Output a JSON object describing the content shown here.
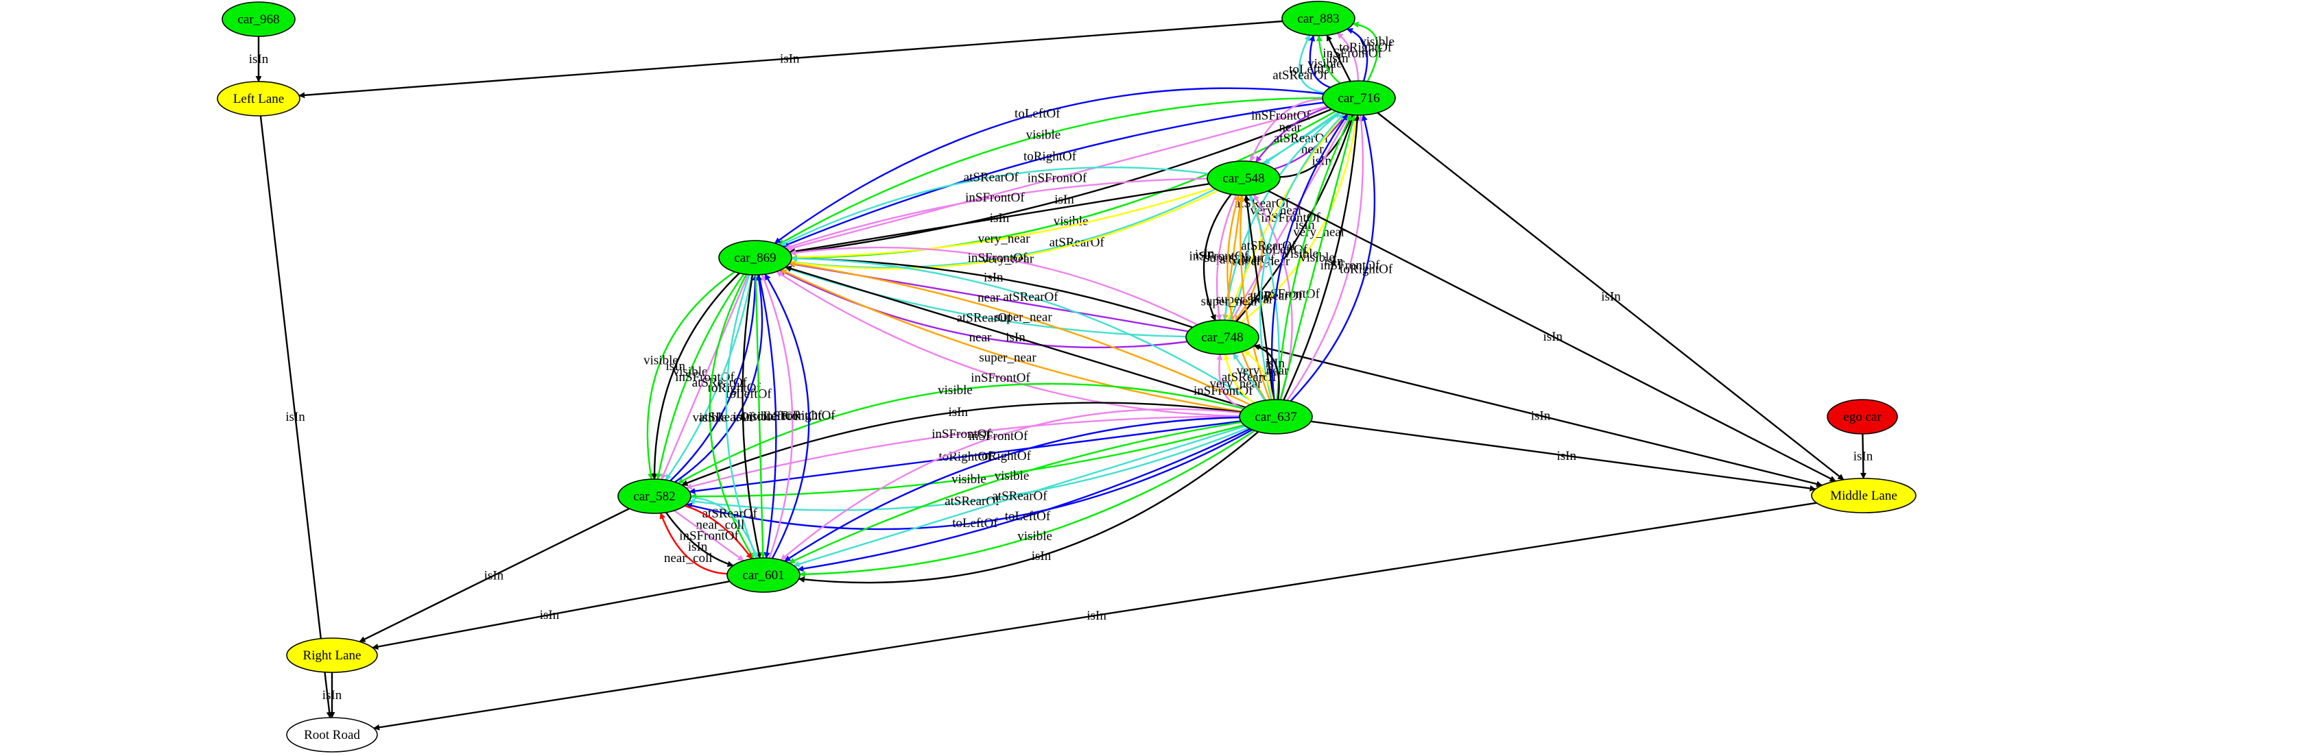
{
  "nodes": [
    {
      "id": "car_968",
      "label": "car_968",
      "fill": "#00ee00",
      "kind": "car"
    },
    {
      "id": "car_883",
      "label": "car_883",
      "fill": "#00ee00",
      "kind": "car"
    },
    {
      "id": "car_716",
      "label": "car_716",
      "fill": "#00ee00",
      "kind": "car"
    },
    {
      "id": "car_548",
      "label": "car_548",
      "fill": "#00ee00",
      "kind": "car"
    },
    {
      "id": "car_869",
      "label": "car_869",
      "fill": "#00ee00",
      "kind": "car"
    },
    {
      "id": "car_748",
      "label": "car_748",
      "fill": "#00ee00",
      "kind": "car"
    },
    {
      "id": "car_637",
      "label": "car_637",
      "fill": "#00ee00",
      "kind": "car"
    },
    {
      "id": "car_582",
      "label": "car_582",
      "fill": "#00ee00",
      "kind": "car"
    },
    {
      "id": "car_601",
      "label": "car_601",
      "fill": "#00ee00",
      "kind": "car"
    },
    {
      "id": "ego_car",
      "label": "ego car",
      "fill": "#ee0000",
      "kind": "ego"
    },
    {
      "id": "left_lane",
      "label": "Left Lane",
      "fill": "#ffff00",
      "kind": "lane"
    },
    {
      "id": "middle_lane",
      "label": "Middle Lane",
      "fill": "#ffff00",
      "kind": "lane"
    },
    {
      "id": "right_lane",
      "label": "Right Lane",
      "fill": "#ffff00",
      "kind": "lane"
    },
    {
      "id": "root_road",
      "label": "Root Road",
      "fill": "#ffffff",
      "kind": "road"
    }
  ],
  "edges": [
    {
      "from": "car_968",
      "to": "left_lane",
      "label": "isIn",
      "color": "#000000"
    },
    {
      "from": "left_lane",
      "to": "root_road",
      "label": "isIn",
      "color": "#000000"
    },
    {
      "from": "car_883",
      "to": "left_lane",
      "label": "isIn",
      "color": "#000000"
    },
    {
      "from": "car_716",
      "to": "car_883",
      "label": "atSRearOf",
      "color": "#40e0d0"
    },
    {
      "from": "car_716",
      "to": "car_883",
      "label": "toLeftOf",
      "color": "#0000ff"
    },
    {
      "from": "car_716",
      "to": "car_883",
      "label": "visible",
      "color": "#00ee00"
    },
    {
      "from": "car_716",
      "to": "car_883",
      "label": "isIn",
      "color": "#000000"
    },
    {
      "from": "car_716",
      "to": "car_883",
      "label": "inSFrontOf",
      "color": "#ee82ee"
    },
    {
      "from": "car_716",
      "to": "car_883",
      "label": "toRightOf",
      "color": "#0000ff"
    },
    {
      "from": "car_716",
      "to": "car_883",
      "label": "visible",
      "color": "#00ee00"
    },
    {
      "from": "car_716",
      "to": "car_869",
      "label": "atSRearOf",
      "color": "#40e0d0"
    },
    {
      "from": "car_716",
      "to": "car_869",
      "label": "visible",
      "color": "#00ee00"
    },
    {
      "from": "car_716",
      "to": "car_869",
      "label": "isIn",
      "color": "#000000"
    },
    {
      "from": "car_716",
      "to": "car_869",
      "label": "inSFrontOf",
      "color": "#ee82ee"
    },
    {
      "from": "car_716",
      "to": "car_869",
      "label": "toRightOf",
      "color": "#0000ff"
    },
    {
      "from": "car_716",
      "to": "car_869",
      "label": "visible",
      "color": "#00ee00"
    },
    {
      "from": "car_716",
      "to": "car_869",
      "label": "toLeftOf",
      "color": "#0000ff"
    },
    {
      "from": "car_716",
      "to": "car_548",
      "label": "inSFrontOf",
      "color": "#ee82ee"
    },
    {
      "from": "car_716",
      "to": "car_548",
      "label": "near",
      "color": "#a020f0"
    },
    {
      "from": "car_716",
      "to": "car_548",
      "label": "atSRearOf",
      "color": "#40e0d0"
    },
    {
      "from": "car_548",
      "to": "car_716",
      "label": "near",
      "color": "#a020f0"
    },
    {
      "from": "car_548",
      "to": "car_716",
      "label": "isIn",
      "color": "#000000"
    },
    {
      "from": "car_548",
      "to": "car_869",
      "label": "very_near",
      "color": "#ffff00"
    },
    {
      "from": "car_548",
      "to": "car_869",
      "label": "very_near",
      "color": "#ffff00"
    },
    {
      "from": "car_548",
      "to": "car_869",
      "label": "isIn",
      "color": "#000000"
    },
    {
      "from": "car_548",
      "to": "car_869",
      "label": "inSFrontOf",
      "color": "#ee82ee"
    },
    {
      "from": "car_548",
      "to": "car_869",
      "label": "atSRearOf",
      "color": "#40e0d0"
    },
    {
      "from": "car_548",
      "to": "car_748",
      "label": "super_near",
      "color": "#ffa500"
    },
    {
      "from": "car_548",
      "to": "car_748",
      "label": "atSRearOf",
      "color": "#40e0d0"
    },
    {
      "from": "car_548",
      "to": "car_748",
      "label": "super_near",
      "color": "#ffa500"
    },
    {
      "from": "car_548",
      "to": "car_748",
      "label": "inSFrontOf",
      "color": "#ee82ee"
    },
    {
      "from": "car_548",
      "to": "car_748",
      "label": "isIn",
      "color": "#000000"
    },
    {
      "from": "car_748",
      "to": "car_716",
      "label": "very_near",
      "color": "#ffff00"
    },
    {
      "from": "car_748",
      "to": "car_716",
      "label": "isIn",
      "color": "#000000"
    },
    {
      "from": "car_748",
      "to": "car_716",
      "label": "inSFrontOf",
      "color": "#ee82ee"
    },
    {
      "from": "car_748",
      "to": "car_716",
      "label": "very_near",
      "color": "#ffff00"
    },
    {
      "from": "car_748",
      "to": "car_716",
      "label": "atSRearOf",
      "color": "#40e0d0"
    },
    {
      "from": "car_748",
      "to": "car_869",
      "label": "near",
      "color": "#a020f0"
    },
    {
      "from": "car_748",
      "to": "car_869",
      "label": "atSRearOf",
      "color": "#40e0d0"
    },
    {
      "from": "car_748",
      "to": "car_869",
      "label": "near",
      "color": "#a020f0"
    },
    {
      "from": "car_748",
      "to": "car_869",
      "label": "isIn",
      "color": "#000000"
    },
    {
      "from": "car_748",
      "to": "car_869",
      "label": "inSFrontOf",
      "color": "#ee82ee"
    },
    {
      "from": "car_748",
      "to": "middle_lane",
      "label": "isIn",
      "color": "#000000"
    },
    {
      "from": "car_637",
      "to": "car_548",
      "label": "inSFrontOf",
      "color": "#ee82ee"
    },
    {
      "from": "car_637",
      "to": "car_548",
      "label": "atSRearOf",
      "color": "#40e0d0"
    },
    {
      "from": "car_637",
      "to": "car_548",
      "label": "isIn",
      "color": "#000000"
    },
    {
      "from": "car_637",
      "to": "car_548",
      "label": "super_near",
      "color": "#ffa500"
    },
    {
      "from": "car_637",
      "to": "car_548",
      "label": "super_near",
      "color": "#ffa500"
    },
    {
      "from": "car_637",
      "to": "car_716",
      "label": "atSRearOf",
      "color": "#40e0d0"
    },
    {
      "from": "car_637",
      "to": "car_716",
      "label": "toLeftOf",
      "color": "#0000ff"
    },
    {
      "from": "car_637",
      "to": "car_716",
      "label": "visible",
      "color": "#00ee00"
    },
    {
      "from": "car_637",
      "to": "car_716",
      "label": "visible",
      "color": "#00ee00"
    },
    {
      "from": "car_637",
      "to": "car_716",
      "label": "isIn",
      "color": "#000000"
    },
    {
      "from": "car_637",
      "to": "car_716",
      "label": "inSFrontOf",
      "color": "#ee82ee"
    },
    {
      "from": "car_637",
      "to": "car_716",
      "label": "toRightOf",
      "color": "#0000ff"
    },
    {
      "from": "car_637",
      "to": "car_869",
      "label": "inSFrontOf",
      "color": "#ee82ee"
    },
    {
      "from": "car_637",
      "to": "car_869",
      "label": "super_near",
      "color": "#ffa500"
    },
    {
      "from": "car_637",
      "to": "car_869",
      "label": "isIn",
      "color": "#000000"
    },
    {
      "from": "car_637",
      "to": "car_869",
      "label": "super_near",
      "color": "#ffa500"
    },
    {
      "from": "car_637",
      "to": "car_869",
      "label": "atSRearOf",
      "color": "#40e0d0"
    },
    {
      "from": "car_637",
      "to": "car_748",
      "label": "inSFrontOf",
      "color": "#ee82ee"
    },
    {
      "from": "car_637",
      "to": "car_748",
      "label": "very_near",
      "color": "#ffff00"
    },
    {
      "from": "car_637",
      "to": "car_748",
      "label": "atSRearOf",
      "color": "#40e0d0"
    },
    {
      "from": "car_637",
      "to": "car_748",
      "label": "very_near",
      "color": "#ffff00"
    },
    {
      "from": "car_637",
      "to": "car_748",
      "label": "isIn",
      "color": "#000000"
    },
    {
      "from": "car_637",
      "to": "middle_lane",
      "label": "isIn",
      "color": "#000000"
    },
    {
      "from": "car_637",
      "to": "car_582",
      "label": "visible",
      "color": "#00ee00"
    },
    {
      "from": "car_637",
      "to": "car_582",
      "label": "isIn",
      "color": "#000000"
    },
    {
      "from": "car_637",
      "to": "car_582",
      "label": "inSFrontOf",
      "color": "#ee82ee"
    },
    {
      "from": "car_637",
      "to": "car_582",
      "label": "toRightOf",
      "color": "#0000ff"
    },
    {
      "from": "car_637",
      "to": "car_582",
      "label": "visible",
      "color": "#00ee00"
    },
    {
      "from": "car_637",
      "to": "car_582",
      "label": "atSRearOf",
      "color": "#40e0d0"
    },
    {
      "from": "car_637",
      "to": "car_582",
      "label": "toLeftOf",
      "color": "#0000ff"
    },
    {
      "from": "car_637",
      "to": "car_601",
      "label": "inSFrontOf",
      "color": "#ee82ee"
    },
    {
      "from": "car_637",
      "to": "car_601",
      "label": "toRightOf",
      "color": "#0000ff"
    },
    {
      "from": "car_637",
      "to": "car_601",
      "label": "visible",
      "color": "#00ee00"
    },
    {
      "from": "car_637",
      "to": "car_601",
      "label": "atSRearOf",
      "color": "#40e0d0"
    },
    {
      "from": "car_637",
      "to": "car_601",
      "label": "toLeftOf",
      "color": "#0000ff"
    },
    {
      "from": "car_637",
      "to": "car_601",
      "label": "visible",
      "color": "#00ee00"
    },
    {
      "from": "car_637",
      "to": "car_601",
      "label": "isIn",
      "color": "#000000"
    },
    {
      "from": "car_869",
      "to": "car_582",
      "label": "visible",
      "color": "#00ee00"
    },
    {
      "from": "car_869",
      "to": "car_582",
      "label": "isIn",
      "color": "#000000"
    },
    {
      "from": "car_869",
      "to": "car_582",
      "label": "visible",
      "color": "#00ee00"
    },
    {
      "from": "car_869",
      "to": "car_582",
      "label": "inSFrontOf",
      "color": "#ee82ee"
    },
    {
      "from": "car_869",
      "to": "car_582",
      "label": "atSRearOf",
      "color": "#40e0d0"
    },
    {
      "from": "car_582",
      "to": "car_869",
      "label": "toRightOf",
      "color": "#0000ff"
    },
    {
      "from": "car_582",
      "to": "car_869",
      "label": "toLeftOf",
      "color": "#0000ff"
    },
    {
      "from": "car_869",
      "to": "car_601",
      "label": "visible",
      "color": "#00ee00"
    },
    {
      "from": "car_869",
      "to": "car_601",
      "label": "atSRearOf",
      "color": "#40e0d0"
    },
    {
      "from": "car_869",
      "to": "car_601",
      "label": "isIn",
      "color": "#000000"
    },
    {
      "from": "car_869",
      "to": "car_601",
      "label": "visible",
      "color": "#00ee00"
    },
    {
      "from": "car_869",
      "to": "car_601",
      "label": "toLeftOf",
      "color": "#0000ff"
    },
    {
      "from": "car_601",
      "to": "car_869",
      "label": "inSFrontOf",
      "color": "#ee82ee"
    },
    {
      "from": "car_601",
      "to": "car_869",
      "label": "toRightOf",
      "color": "#0000ff"
    },
    {
      "from": "car_582",
      "to": "car_601",
      "label": "atSRearOf",
      "color": "#40e0d0"
    },
    {
      "from": "car_582",
      "to": "car_601",
      "label": "near_coll",
      "color": "#ff0000"
    },
    {
      "from": "car_582",
      "to": "car_601",
      "label": "inSFrontOf",
      "color": "#ee82ee"
    },
    {
      "from": "car_582",
      "to": "car_601",
      "label": "isIn",
      "color": "#000000"
    },
    {
      "from": "car_601",
      "to": "car_582",
      "label": "near_coll",
      "color": "#ff0000"
    },
    {
      "from": "car_582",
      "to": "right_lane",
      "label": "isIn",
      "color": "#000000"
    },
    {
      "from": "car_601",
      "to": "right_lane",
      "label": "isIn",
      "color": "#000000"
    },
    {
      "from": "right_lane",
      "to": "root_road",
      "label": "isIn",
      "color": "#000000"
    },
    {
      "from": "ego_car",
      "to": "middle_lane",
      "label": "isIn",
      "color": "#000000"
    },
    {
      "from": "middle_lane",
      "to": "root_road",
      "label": "isIn",
      "color": "#000000"
    },
    {
      "from": "car_548",
      "to": "middle_lane",
      "label": "isIn",
      "color": "#000000"
    },
    {
      "from": "car_716",
      "to": "middle_lane",
      "label": "isIn",
      "color": "#000000"
    }
  ]
}
